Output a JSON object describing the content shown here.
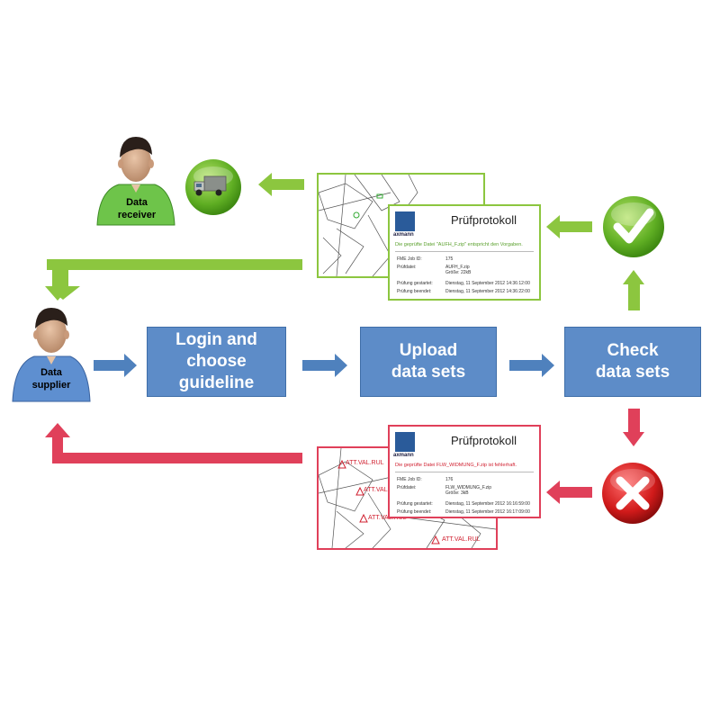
{
  "nodes": {
    "receiver_label": "Data\nreceiver",
    "supplier_label": "Data\nsupplier",
    "login_label": "Login and\nchoose\nguideline",
    "upload_label": "Upload\ndata sets",
    "check_label": "Check\ndata sets"
  },
  "report_ok": {
    "title": "Prüfprotokoll",
    "logo": "axmann",
    "message": "Die geprüfte Datei \"AUFH_F.zip\" entspricht den Vorgaben.",
    "job_label": "FME Job ID:",
    "job_value": "175",
    "file_label": "Prüfdatei:",
    "file_value": "AUFH_F.zip",
    "size_value": "Größe: 22kB",
    "start_label": "Prüfung gestartet:",
    "start_value": "Dienstag, 11 September 2012 14:36:12:00",
    "end_label": "Prüfung beendet:",
    "end_value": "Dienstag, 11 September 2012 14:36:22:00"
  },
  "report_err": {
    "title": "Prüfprotokoll",
    "logo": "axmann",
    "message": "Die geprüfte Datei FLW_WIDMUNG_F.zip ist fehlerhaft.",
    "job_label": "FME Job ID:",
    "job_value": "176",
    "file_label": "Prüfdatei:",
    "file_value": "FLW_WIDMUNG_F.zip",
    "size_value": "Größe: 3kB",
    "start_label": "Prüfung gestartet:",
    "start_value": "Dienstag, 11 September 2012 16:16:59:00",
    "end_label": "Prüfung beendet:",
    "end_value": "Dienstag, 11 September 2012 16:17:09:00"
  },
  "error_flags": [
    "ATT.VAL.RUL",
    "ATT.VAL.RUL",
    "ATT.VAL.RUL",
    "ATT.VAL.RUL"
  ],
  "colors": {
    "process_blue": "#5d8cc8",
    "arrow_blue": "#4f81bd",
    "success_green": "#8cc63f",
    "error_red": "#e0405a"
  },
  "icons": [
    "truck-icon",
    "checkmark-icon",
    "cross-icon",
    "person-icon"
  ]
}
